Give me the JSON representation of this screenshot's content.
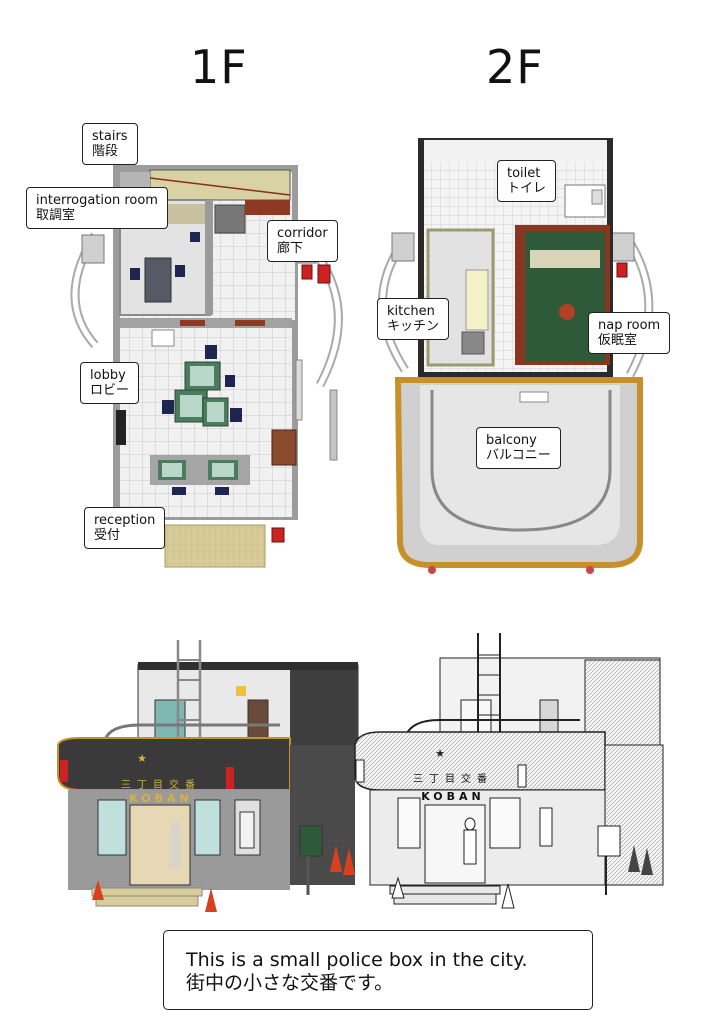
{
  "floors": {
    "first": {
      "title": "1F"
    },
    "second": {
      "title": "2F"
    }
  },
  "labels_1f": {
    "stairs": {
      "en": "stairs",
      "ja": "階段"
    },
    "interrogation": {
      "en": "interrogation room",
      "ja": "取調室"
    },
    "corridor": {
      "en": "corridor",
      "ja": "廊下"
    },
    "lobby": {
      "en": "lobby",
      "ja": "ロビー"
    },
    "reception": {
      "en": "reception",
      "ja": "受付"
    }
  },
  "labels_2f": {
    "toilet": {
      "en": "toilet",
      "ja": "トイレ"
    },
    "kitchen": {
      "en": "kitchen",
      "ja": "キッチン"
    },
    "nap_room": {
      "en": "nap room",
      "ja": "仮眠室"
    },
    "balcony": {
      "en": "balcony",
      "ja": "バルコニー"
    }
  },
  "building_signs": {
    "name_ja": "三丁目交番",
    "koban": "KOBAN"
  },
  "caption": {
    "en": "This is a small police box in the city.",
    "ja": "街中の小さな交番です。"
  },
  "colors": {
    "wall_gray": "#9a9a9a",
    "floor_tile": "#eeeeee",
    "carpet_green": "#2f5a3a",
    "balcony_rim": "#c8902a",
    "wood": "#6a2a18",
    "facade_dark": "#3c3c3c",
    "lamp_red": "#cc2222"
  }
}
